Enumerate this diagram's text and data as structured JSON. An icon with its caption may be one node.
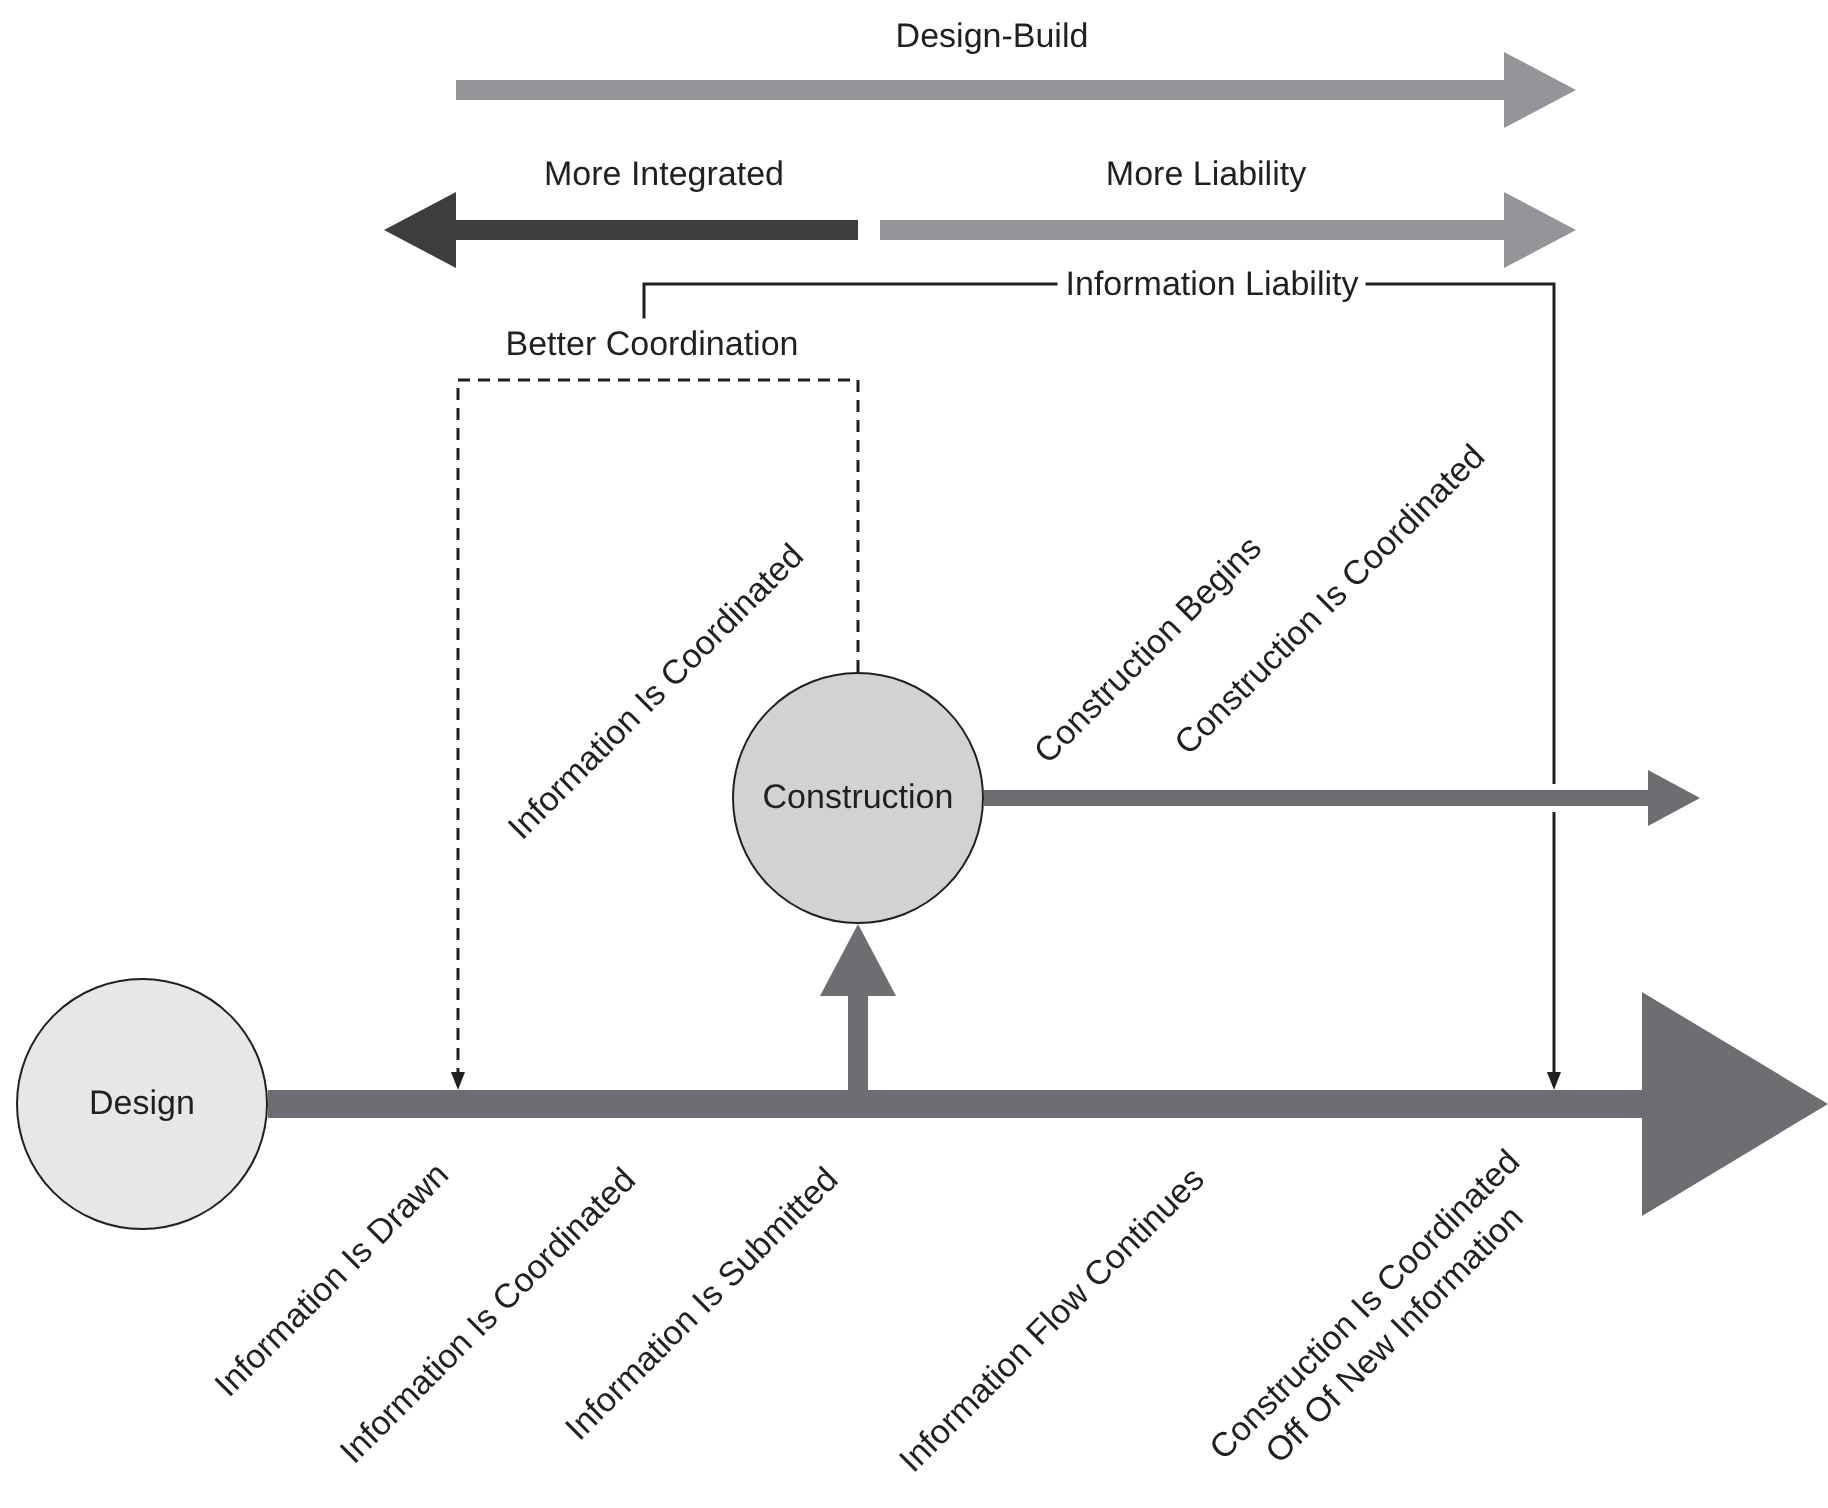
{
  "diagram": {
    "nodes": [
      {
        "text": [
          "Design"
        ]
      },
      {
        "text": [
          "Construction"
        ]
      }
    ],
    "edges": [
      {
        "from": 0,
        "to": null,
        "arrow": "to"
      },
      {
        "from": null,
        "to": 1,
        "arrow": "to"
      },
      {
        "from": 1,
        "to": null,
        "arrow": "to"
      },
      {
        "from": 1,
        "to": null,
        "arrow": "to",
        "label": "Better Coordination",
        "style": "dashed",
        "color": "#231f20"
      }
    ],
    "labels": [
      "Design-Build",
      "More Integrated",
      "More Liability",
      "Information Liability",
      "Information Is Coordinated",
      "Construction Begins",
      "Construction Is Coordinated",
      "Information Is Drawn",
      "Information Is Coordinated",
      "Information Is Submitted",
      "Information Flow Continues",
      "Construction Is Coordinated Off Of New Information"
    ]
  }
}
